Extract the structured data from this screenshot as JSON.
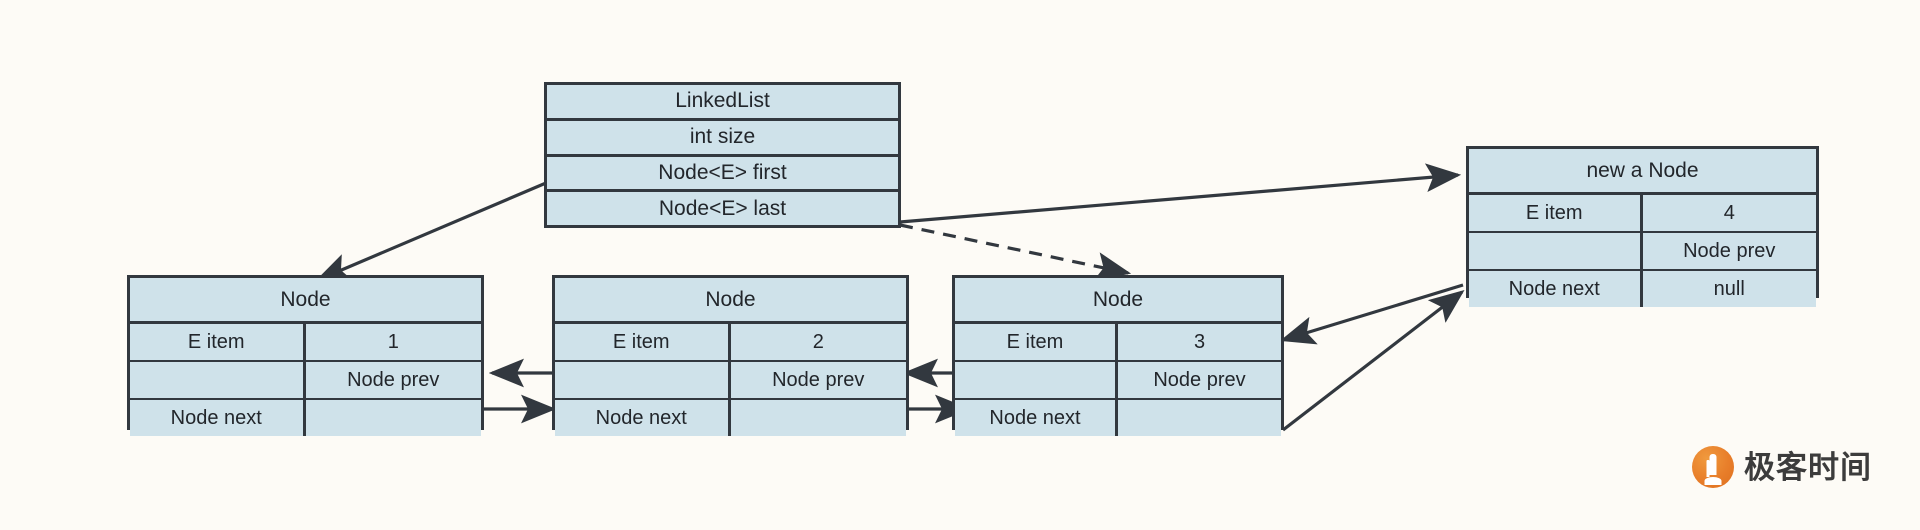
{
  "diagram": {
    "title": "LinkedList doubly linked node structure",
    "background_color": "#fdfbf6",
    "box_fill_color": "#cfe2ea",
    "box_border_color": "#32383f",
    "arrow_color": "#32383f"
  },
  "linked_list": {
    "name": "linkedlist-class-box",
    "rows": [
      {
        "label": "LinkedList"
      },
      {
        "label": "int size"
      },
      {
        "label": "Node<E> first"
      },
      {
        "label": "Node<E> last"
      }
    ]
  },
  "nodes": [
    {
      "name": "node-1",
      "header": "Node",
      "item_label": "E item",
      "item_value": "1",
      "prev_label": "Node prev",
      "prev_value": "",
      "next_label": "Node next",
      "next_value": ""
    },
    {
      "name": "node-2",
      "header": "Node",
      "item_label": "E item",
      "item_value": "2",
      "prev_label": "Node prev",
      "prev_value": "",
      "next_label": "Node next",
      "next_value": ""
    },
    {
      "name": "node-3",
      "header": "Node",
      "item_label": "E item",
      "item_value": "3",
      "prev_label": "Node prev",
      "prev_value": "",
      "next_label": "Node next",
      "next_value": ""
    }
  ],
  "new_node": {
    "name": "new-node",
    "header": "new a Node",
    "item_label": "E item",
    "item_value": "4",
    "prev_label": "Node prev",
    "prev_value": "",
    "next_label": "Node next",
    "next_value": "null"
  },
  "arrows": [
    {
      "name": "first-to-node1",
      "style": "solid",
      "from": "linkedlist-first",
      "to": "node-1-header"
    },
    {
      "name": "last-to-new-node",
      "style": "solid",
      "from": "linkedlist-last",
      "to": "new-node-header"
    },
    {
      "name": "last-to-node3-dashed",
      "style": "dashed",
      "from": "linkedlist-last",
      "to": "node-3-header"
    },
    {
      "name": "node2-prev-to-node1",
      "style": "solid",
      "from": "node-2-prev",
      "to": "node-1-prev"
    },
    {
      "name": "node1-next-to-node2",
      "style": "solid",
      "from": "node-1-next",
      "to": "node-2-next"
    },
    {
      "name": "node3-prev-to-node2",
      "style": "solid",
      "from": "node-3-prev",
      "to": "node-2-prev"
    },
    {
      "name": "node2-next-to-node3",
      "style": "solid",
      "from": "node-2-next",
      "to": "node-3-next"
    },
    {
      "name": "new-node-prev-to-node3",
      "style": "solid",
      "from": "new-node-prev",
      "to": "node-3-item"
    },
    {
      "name": "node3-next-to-new-node",
      "style": "solid",
      "from": "node-3-next",
      "to": "new-node-next"
    }
  ],
  "logo": {
    "name": "geektime-logo",
    "text": "极客时间",
    "mark_color": "#e87e2a"
  }
}
